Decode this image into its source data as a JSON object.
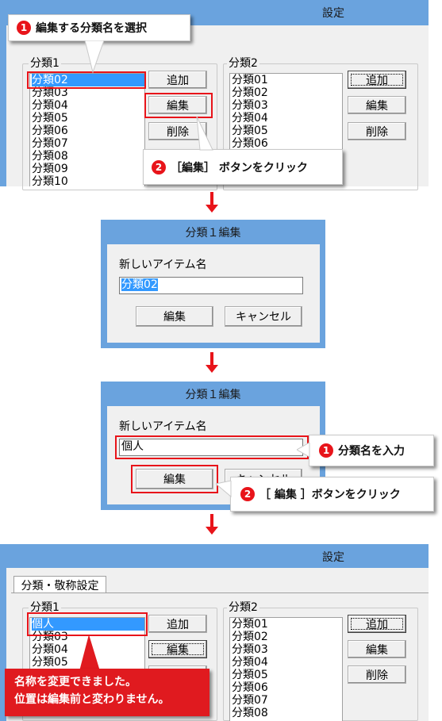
{
  "section1": {
    "window_title": "設定",
    "group1_label": "分類1",
    "group2_label": "分類2",
    "list1": [
      "分類02",
      "分類03",
      "分類04",
      "分類05",
      "分類06",
      "分類07",
      "分類08",
      "分類09",
      "分類10"
    ],
    "list2": [
      "分類01",
      "分類02",
      "分類03",
      "分類04",
      "分類05",
      "分類06"
    ],
    "buttons": {
      "add": "追加",
      "edit": "編集",
      "delete": "削除"
    },
    "callout1_num": "1",
    "callout1_text": "編集する分類名を選択",
    "callout2_num": "2",
    "callout2_text": "［編集］ ボタンをクリック"
  },
  "dialog1": {
    "title": "分類１編集",
    "field_label": "新しいアイテム名",
    "field_value": "分類02",
    "edit_button": "編集",
    "cancel_button": "キャンセル"
  },
  "dialog2": {
    "title": "分類１編集",
    "field_label": "新しいアイテム名",
    "field_value": "個人",
    "edit_button": "編集",
    "cancel_button": "キャンセル",
    "callout1_num": "1",
    "callout1_text": "分類名を入力",
    "callout2_num": "2",
    "callout2_text": "［ 編集 ］ボタンをクリック"
  },
  "section4": {
    "window_title": "設定",
    "tab_label": "分類・敬称設定",
    "group1_label": "分類1",
    "group2_label": "分類2",
    "list1": [
      "個人",
      "分類03",
      "分類04",
      "分類05"
    ],
    "list2": [
      "分類01",
      "分類02",
      "分類03",
      "分類04",
      "分類05",
      "分類06",
      "分類07",
      "分類08"
    ],
    "buttons": {
      "add": "追加",
      "edit": "編集",
      "delete": "削除"
    },
    "note_line1": "名称を変更できました。",
    "note_line2": "位置は編集前と変わりません。"
  },
  "colors": {
    "accent_red": "#e8141a",
    "title_blue": "#6aa3de",
    "selection": "#3399ff"
  }
}
